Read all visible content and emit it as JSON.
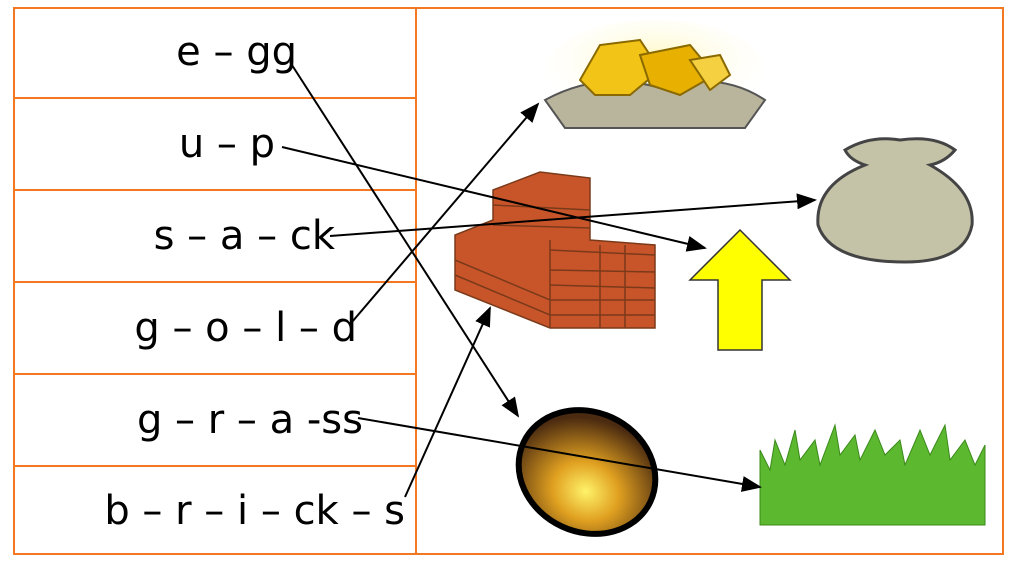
{
  "words": [
    {
      "label": "e – gg",
      "match": "egg"
    },
    {
      "label": "u – p",
      "match": "up-arrow"
    },
    {
      "label": "s – a – ck",
      "match": "sack"
    },
    {
      "label": "g – o – l – d",
      "match": "gold"
    },
    {
      "label": "g – r – a -ss",
      "match": "grass"
    },
    {
      "label": "b – r – i – ck – s",
      "match": "bricks"
    }
  ],
  "pictures": [
    "gold",
    "bricks",
    "up-arrow",
    "sack",
    "egg",
    "grass"
  ],
  "colors": {
    "border": "#f47721",
    "arrow": "#ffff00",
    "grass": "#5cb82e",
    "brick": "#c8552a"
  }
}
